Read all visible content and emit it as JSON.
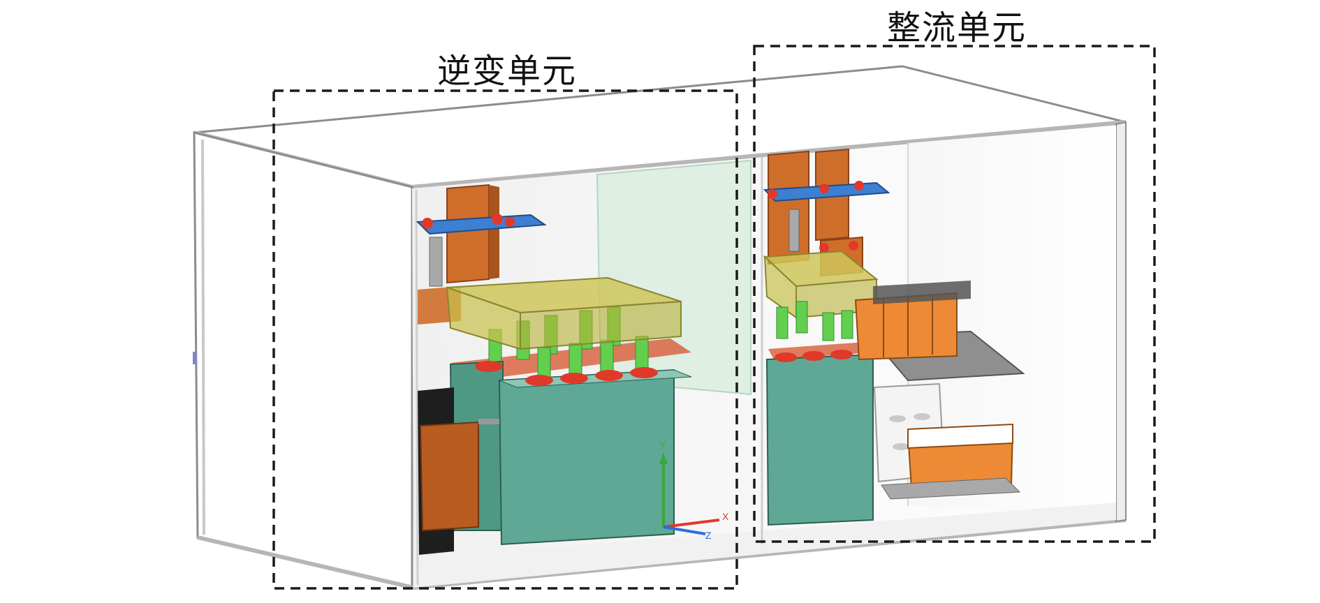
{
  "labels": {
    "inverter_unit": "逆变单元",
    "rectifier_unit": "整流单元"
  },
  "axis_triad": {
    "y": "Y",
    "z": "Z",
    "x": "X"
  },
  "colors": {
    "transformer": "#5fa896",
    "busbar_copper": "#cf6e2a",
    "busbar_blue": "#3d7fd0",
    "capacitor_green": "#63cf4f",
    "insulator_red": "#e0392a",
    "yellow_cover": "#c8c04a",
    "terminal_orange": "#ee8a35",
    "glass_panel": "#d7ecdc",
    "frame_gray": "#9a9a9a"
  }
}
